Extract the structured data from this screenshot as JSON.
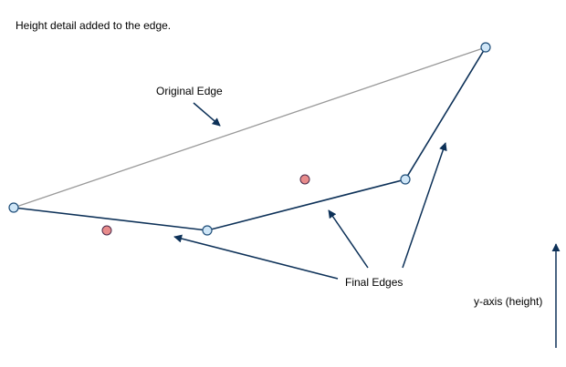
{
  "caption": "Height detail added to the edge.",
  "labels": {
    "original_edge": "Original Edge",
    "final_edges": "Final Edges",
    "y_axis": "y-axis (height)"
  },
  "colors": {
    "original_edge": "#999999",
    "final_edge": "#0d3158",
    "arrow": "#0d3158",
    "vertex_fill": "#cfe6f7",
    "vertex_stroke": "#1f4e79",
    "midpoint_fill": "#e88b8b",
    "midpoint_stroke": "#4a2a4a"
  }
}
